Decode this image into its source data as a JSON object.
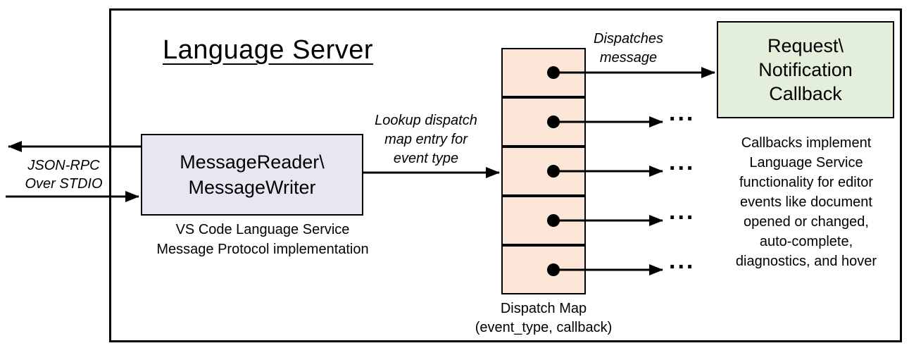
{
  "colors": {
    "border": "#000000",
    "message_box_fill": "#e8e7f1",
    "dispatch_cell_fill": "#fbe5d6",
    "callback_box_fill": "#e3efda"
  },
  "diagram": {
    "title": "Language Server",
    "left_io": {
      "line1": "JSON-RPC",
      "line2": "Over STDIO"
    },
    "message_box": {
      "line1": "MessageReader\\",
      "line2": "MessageWriter"
    },
    "message_box_caption": {
      "line1": "VS Code Language Service",
      "line2": "Message Protocol implementation"
    },
    "lookup_label": {
      "line1": "Lookup dispatch",
      "line2": "map entry for",
      "line3": "event type"
    },
    "dispatch_label": {
      "line1": "Dispatches",
      "line2": "message"
    },
    "callback_box": {
      "line1": "Request\\",
      "line2": "Notification",
      "line3": "Callback"
    },
    "callback_note": {
      "line1": "Callbacks implement",
      "line2": "Language Service",
      "line3": "functionality for editor",
      "line4": "events like document",
      "line5": "opened or changed,",
      "line6": "auto-complete,",
      "line7": "diagnostics, and hover"
    },
    "dispatch_map_caption": {
      "line1": "Dispatch Map",
      "line2": "(event_type, callback)"
    },
    "ellipsis": "..."
  }
}
